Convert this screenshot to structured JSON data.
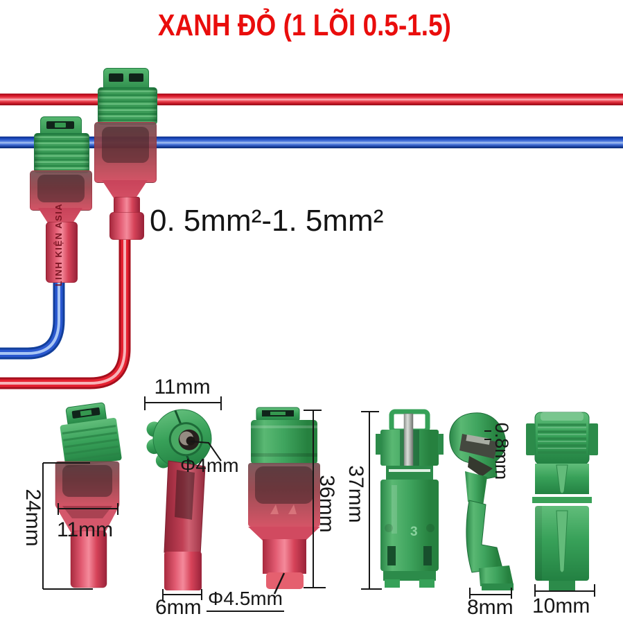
{
  "title": "XANH ĐỎ (1 LÕI 0.5-1.5)",
  "scene": {
    "spec_label": "0. 5mm²-1. 5mm²",
    "watermark": "LINH KIỆN ASIA"
  },
  "figures": {
    "fig1": {
      "height": "24mm",
      "width": "11mm"
    },
    "fig2": {
      "width": "11mm",
      "hole": "Φ4mm",
      "tip": "6mm"
    },
    "fig3": {
      "height": "36mm",
      "tip": "Φ4.5mm"
    },
    "fig4": {
      "height": "37mm",
      "blade": "0.8mm",
      "width": "8mm",
      "mark": "3"
    },
    "fig5": {
      "width": "10mm"
    }
  },
  "colors": {
    "title_red": "#e90d0c",
    "wire_red": "#e62231",
    "wire_blue": "#2a58d0",
    "connector_green": "#38a159",
    "terminal_red": "#d64359",
    "dimension_line": "#161616"
  }
}
